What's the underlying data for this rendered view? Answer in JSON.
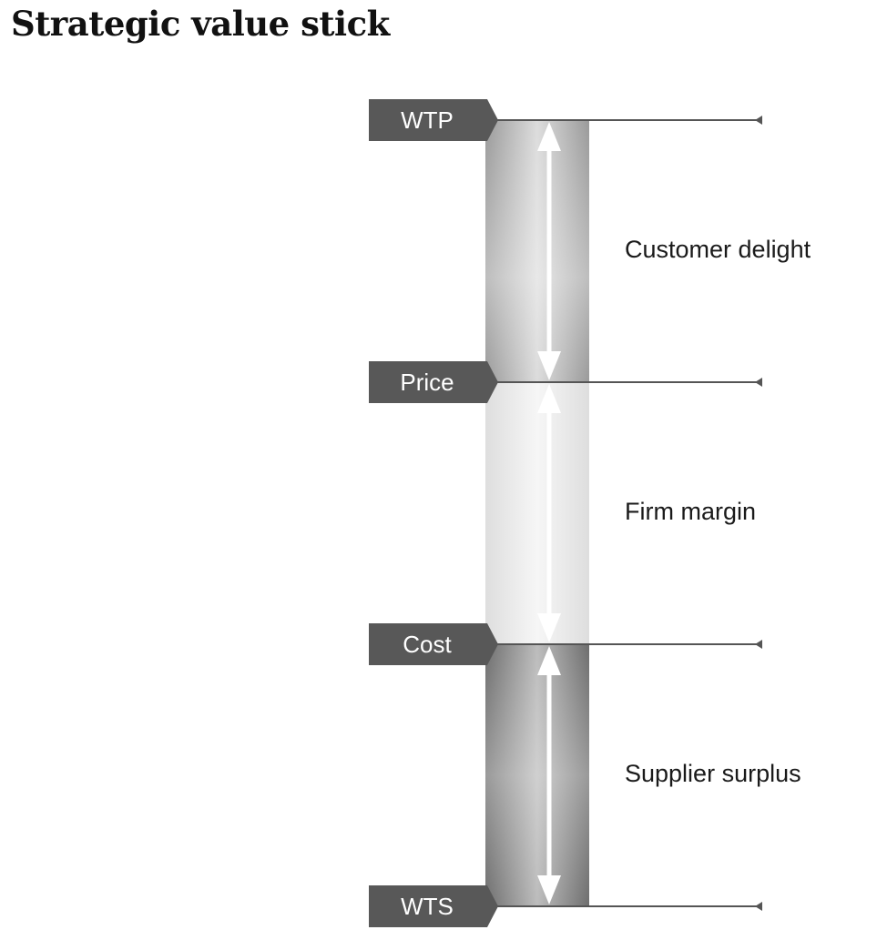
{
  "title": "Strategic value stick",
  "levels": [
    {
      "id": "wtp",
      "label": "WTP"
    },
    {
      "id": "price",
      "label": "Price"
    },
    {
      "id": "cost",
      "label": "Cost"
    },
    {
      "id": "wts",
      "label": "WTS"
    }
  ],
  "segments": [
    {
      "id": "customer-delight",
      "label": "Customer delight"
    },
    {
      "id": "firm-margin",
      "label": "Firm margin"
    },
    {
      "id": "supplier-surplus",
      "label": "Supplier surplus"
    }
  ],
  "colors": {
    "tag_fill": "#585858",
    "line": "#555555",
    "arrow": "#ffffff",
    "title": "#111111",
    "segment_text": "#1a1a1a"
  }
}
